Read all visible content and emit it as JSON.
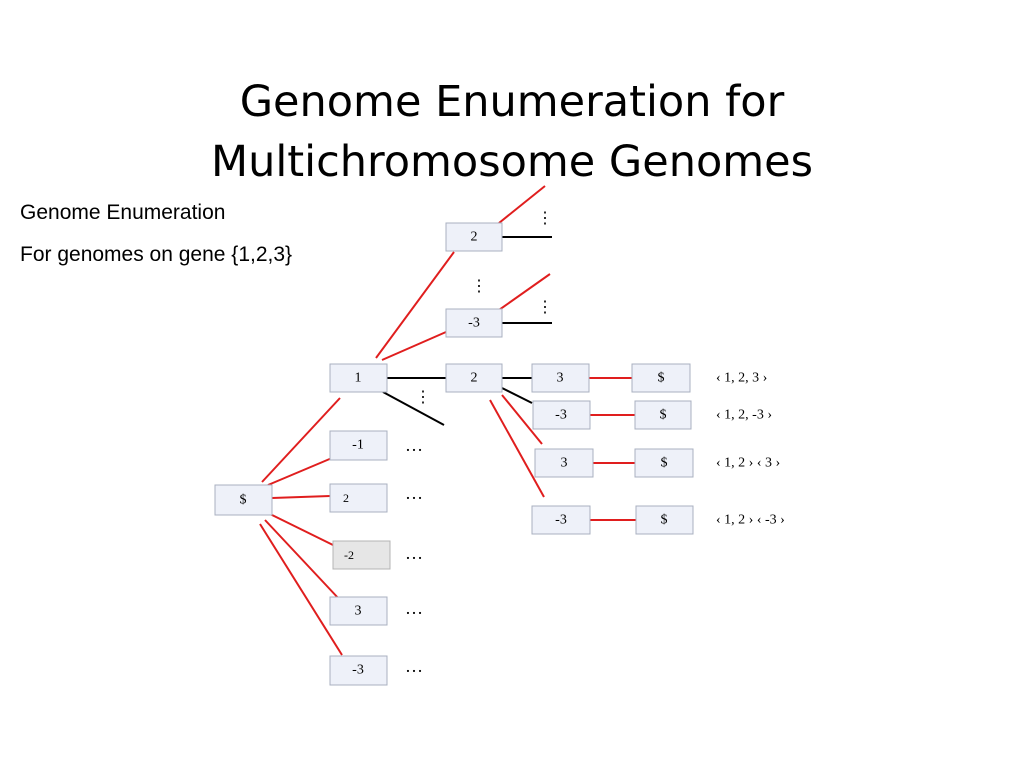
{
  "title": {
    "line1": "Genome Enumeration for",
    "line2": "Multichromosome Genomes"
  },
  "subtitle": {
    "line1": "Genome Enumeration",
    "line2": "For genomes on gene {1,2,3}"
  },
  "nodes": {
    "root": "$",
    "c_one": "1",
    "c_minus_one": "-1",
    "c_two": "2",
    "c_minus_two": "-2",
    "c_three": "3",
    "c_minus_three": "-3",
    "one_new_two": "2",
    "one_new_minus_three": "-3",
    "one_two": "2",
    "one_two_three": "3",
    "one_two_minus_three": "-3",
    "one_two_new_three": "3",
    "one_two_new_minus_three": "-3",
    "end_1": "$",
    "end_2": "$",
    "end_3": "$",
    "end_4": "$"
  },
  "results": [
    "‹ 1, 2, 3 ›",
    "‹ 1, 2, -3 ›",
    "‹ 1, 2 ›  ‹ 3 ›",
    "‹ 1, 2 ›  ‹ -3 ›"
  ],
  "ellipsis": "…",
  "vertical_ellipsis": "⋮"
}
